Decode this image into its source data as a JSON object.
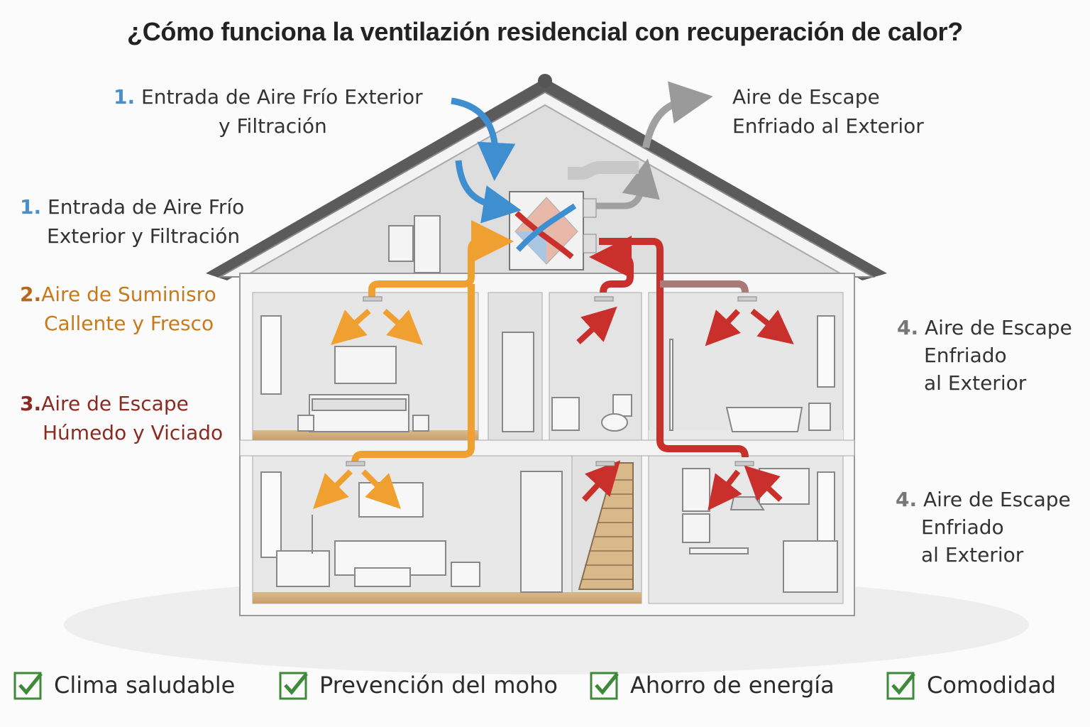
{
  "title": "¿Cómo funciona la ventilazión residencial con recuperación de calor?",
  "labels": {
    "intake_top": {
      "num": "1.",
      "line1": "Entrada de Aire Frío Exterior",
      "line2": "y Filtración"
    },
    "exhaust_top": {
      "line1": "Aire de Escape",
      "line2": "Enfriado al Exterior"
    },
    "intake_left": {
      "num": "1.",
      "line1": "Entrada de Aire Frío",
      "line2": "Exterior y Filtración"
    },
    "supply": {
      "num": "2.",
      "line1": "Aire de Suminisro",
      "line2": "Callente y Fresco"
    },
    "extract": {
      "num": "3.",
      "line1": "Aire de Escape",
      "line2": "Húmedo y Viciado"
    },
    "exhaust_right_1": {
      "num": "4.",
      "line1": "Aire de Escape",
      "line2": "Enfriado",
      "line3": "al Exterior"
    },
    "exhaust_right_2": {
      "num": "4.",
      "line1": "Aire de Escape",
      "line2": "Enfriado",
      "line3": "al Exterior"
    }
  },
  "benefits": [
    "Clima saludable",
    "Prevención del moho",
    "Ahorro de energía",
    "Comodidad"
  ],
  "colors": {
    "intake": "#3f8fd0",
    "supply": "#f0a030",
    "extract": "#c9302c",
    "exhaust": "#9a9a9a",
    "check": "#3f8a3a"
  },
  "icons": [
    "heat-exchanger-icon",
    "checkbox-checked-icon"
  ]
}
